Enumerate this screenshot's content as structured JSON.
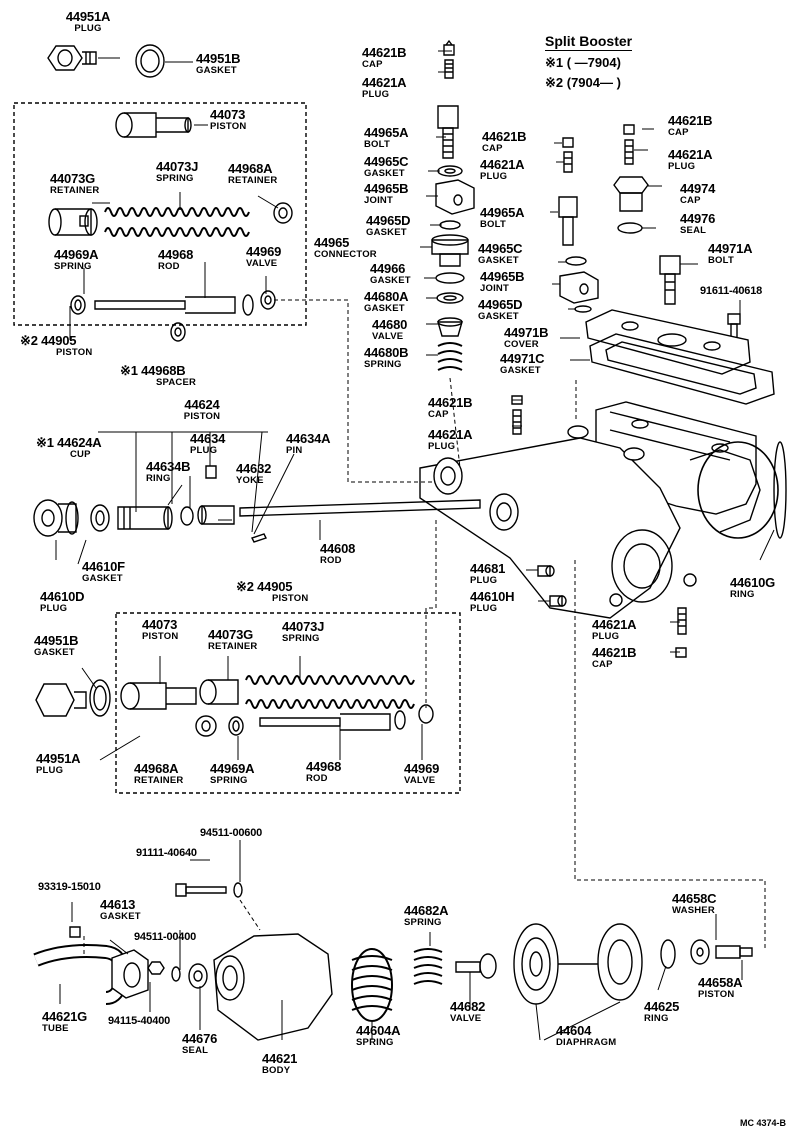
{
  "legend": {
    "title": "Split Booster",
    "rows": [
      "※1 ( —7904)",
      "※2 (7904— )"
    ]
  },
  "drawing_code": "MC 4374-B",
  "labels": [
    {
      "id": "44951A-top",
      "num": "44951A",
      "desc": "PLUG"
    },
    {
      "id": "44951B-top",
      "num": "44951B",
      "desc": "GASKET"
    },
    {
      "id": "44073-top",
      "num": "44073",
      "desc": "PISTON"
    },
    {
      "id": "44073G-top",
      "num": "44073G",
      "desc": "RETAINER"
    },
    {
      "id": "44073J-top",
      "num": "44073J",
      "desc": "SPRING"
    },
    {
      "id": "44968A-top",
      "num": "44968A",
      "desc": "RETAINER"
    },
    {
      "id": "44969A-top",
      "num": "44969A",
      "desc": "SPRING"
    },
    {
      "id": "44968-top",
      "num": "44968",
      "desc": "ROD"
    },
    {
      "id": "44969-top",
      "num": "44969",
      "desc": "VALVE"
    },
    {
      "id": "44905-top",
      "num": "※2 44905",
      "desc": "PISTON"
    },
    {
      "id": "44968B",
      "num": "※1 44968B",
      "desc": "SPACER"
    },
    {
      "id": "44621B-a",
      "num": "44621B",
      "desc": "CAP"
    },
    {
      "id": "44621A-a",
      "num": "44621A",
      "desc": "PLUG"
    },
    {
      "id": "44965A-a",
      "num": "44965A",
      "desc": "BOLT"
    },
    {
      "id": "44965C-a",
      "num": "44965C",
      "desc": "GASKET"
    },
    {
      "id": "44965B-a",
      "num": "44965B",
      "desc": "JOINT"
    },
    {
      "id": "44965D-a",
      "num": "44965D",
      "desc": "GASKET"
    },
    {
      "id": "44965",
      "num": "44965",
      "desc": "CONNECTOR"
    },
    {
      "id": "44966",
      "num": "44966",
      "desc": "GASKET"
    },
    {
      "id": "44680A",
      "num": "44680A",
      "desc": "GASKET"
    },
    {
      "id": "44680",
      "num": "44680",
      "desc": "VALVE"
    },
    {
      "id": "44680B",
      "num": "44680B",
      "desc": "SPRING"
    },
    {
      "id": "44621B-b",
      "num": "44621B",
      "desc": "CAP"
    },
    {
      "id": "44621A-b",
      "num": "44621A",
      "desc": "PLUG"
    },
    {
      "id": "44965A-b",
      "num": "44965A",
      "desc": "BOLT"
    },
    {
      "id": "44965C-b",
      "num": "44965C",
      "desc": "GASKET"
    },
    {
      "id": "44965B-b",
      "num": "44965B",
      "desc": "JOINT"
    },
    {
      "id": "44965D-b",
      "num": "44965D",
      "desc": "GASKET"
    },
    {
      "id": "44971B",
      "num": "44971B",
      "desc": "COVER"
    },
    {
      "id": "44971C",
      "num": "44971C",
      "desc": "GASKET"
    },
    {
      "id": "44621B-c",
      "num": "44621B",
      "desc": "CAP"
    },
    {
      "id": "44621A-c",
      "num": "44621A",
      "desc": "PLUG"
    },
    {
      "id": "44974",
      "num": "44974",
      "desc": "CAP"
    },
    {
      "id": "44976",
      "num": "44976",
      "desc": "SEAL"
    },
    {
      "id": "44971A",
      "num": "44971A",
      "desc": "BOLT"
    },
    {
      "id": "91611-40618",
      "num": "91611-40618",
      "desc": ""
    },
    {
      "id": "44621B-d",
      "num": "44621B",
      "desc": "CAP"
    },
    {
      "id": "44621A-d",
      "num": "44621A",
      "desc": "PLUG"
    },
    {
      "id": "44624",
      "num": "44624",
      "desc": "PISTON"
    },
    {
      "id": "44624A",
      "num": "※1 44624A",
      "desc": "CUP"
    },
    {
      "id": "44634",
      "num": "44634",
      "desc": "PLUG"
    },
    {
      "id": "44634B",
      "num": "44634B",
      "desc": "RING"
    },
    {
      "id": "44632",
      "num": "44632",
      "desc": "YOKE"
    },
    {
      "id": "44634A",
      "num": "44634A",
      "desc": "PIN"
    },
    {
      "id": "44610F",
      "num": "44610F",
      "desc": "GASKET"
    },
    {
      "id": "44610D",
      "num": "44610D",
      "desc": "PLUG"
    },
    {
      "id": "44608",
      "num": "44608",
      "desc": "ROD"
    },
    {
      "id": "44681",
      "num": "44681",
      "desc": "PLUG"
    },
    {
      "id": "44610H",
      "num": "44610H",
      "desc": "PLUG"
    },
    {
      "id": "44610G",
      "num": "44610G",
      "desc": "RING"
    },
    {
      "id": "44621A-e",
      "num": "44621A",
      "desc": "PLUG"
    },
    {
      "id": "44621B-e",
      "num": "44621B",
      "desc": "CAP"
    },
    {
      "id": "44905-mid",
      "num": "※2 44905",
      "desc": "PISTON"
    },
    {
      "id": "44951B-mid",
      "num": "44951B",
      "desc": "GASKET"
    },
    {
      "id": "44073-mid",
      "num": "44073",
      "desc": "PISTON"
    },
    {
      "id": "44073G-mid",
      "num": "44073G",
      "desc": "RETAINER"
    },
    {
      "id": "44073J-mid",
      "num": "44073J",
      "desc": "SPRING"
    },
    {
      "id": "44951A-mid",
      "num": "44951A",
      "desc": "PLUG"
    },
    {
      "id": "44968A-mid",
      "num": "44968A",
      "desc": "RETAINER"
    },
    {
      "id": "44969A-mid",
      "num": "44969A",
      "desc": "SPRING"
    },
    {
      "id": "44968-mid",
      "num": "44968",
      "desc": "ROD"
    },
    {
      "id": "44969-mid",
      "num": "44969",
      "desc": "VALVE"
    },
    {
      "id": "94511-00600",
      "num": "94511-00600",
      "desc": ""
    },
    {
      "id": "91111-40640",
      "num": "91111-40640",
      "desc": ""
    },
    {
      "id": "93319-15010",
      "num": "93319-15010",
      "desc": ""
    },
    {
      "id": "44613",
      "num": "44613",
      "desc": "GASKET"
    },
    {
      "id": "94511-00400",
      "num": "94511-00400",
      "desc": ""
    },
    {
      "id": "44621G",
      "num": "44621G",
      "desc": "TUBE"
    },
    {
      "id": "94115-40400",
      "num": "94115-40400",
      "desc": ""
    },
    {
      "id": "44676",
      "num": "44676",
      "desc": "SEAL"
    },
    {
      "id": "44621",
      "num": "44621",
      "desc": "BODY"
    },
    {
      "id": "44682A",
      "num": "44682A",
      "desc": "SPRING"
    },
    {
      "id": "44604A",
      "num": "44604A",
      "desc": "SPRING"
    },
    {
      "id": "44682",
      "num": "44682",
      "desc": "VALVE"
    },
    {
      "id": "44604",
      "num": "44604",
      "desc": "DIAPHRAGM"
    },
    {
      "id": "44625",
      "num": "44625",
      "desc": "RING"
    },
    {
      "id": "44658C",
      "num": "44658C",
      "desc": "WASHER"
    },
    {
      "id": "44658A",
      "num": "44658A",
      "desc": "PISTON"
    }
  ]
}
